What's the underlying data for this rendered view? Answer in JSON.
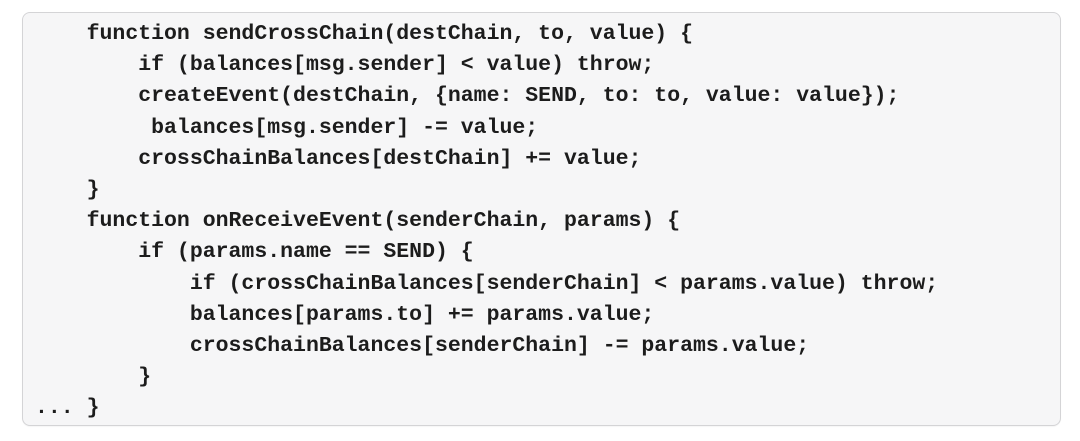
{
  "code_block": {
    "language": "pseudocode",
    "lines": [
      "    function sendCrossChain(destChain, to, value) {",
      "        if (balances[msg.sender] < value) throw;",
      "        createEvent(destChain, {name: SEND, to: to, value: value});",
      "         balances[msg.sender] -= value;",
      "        crossChainBalances[destChain] += value;",
      "    }",
      "    function onReceiveEvent(senderChain, params) {",
      "        if (params.name == SEND) {",
      "            if (crossChainBalances[senderChain] < params.value) throw;",
      "            balances[params.to] += params.value;",
      "            crossChainBalances[senderChain] -= params.value;",
      "        }",
      "... }"
    ],
    "colors": {
      "page_background": "#ffffff",
      "box_background": "#f6f6f7",
      "box_border": "#d4d4d6",
      "text": "#1c1c1c"
    }
  }
}
